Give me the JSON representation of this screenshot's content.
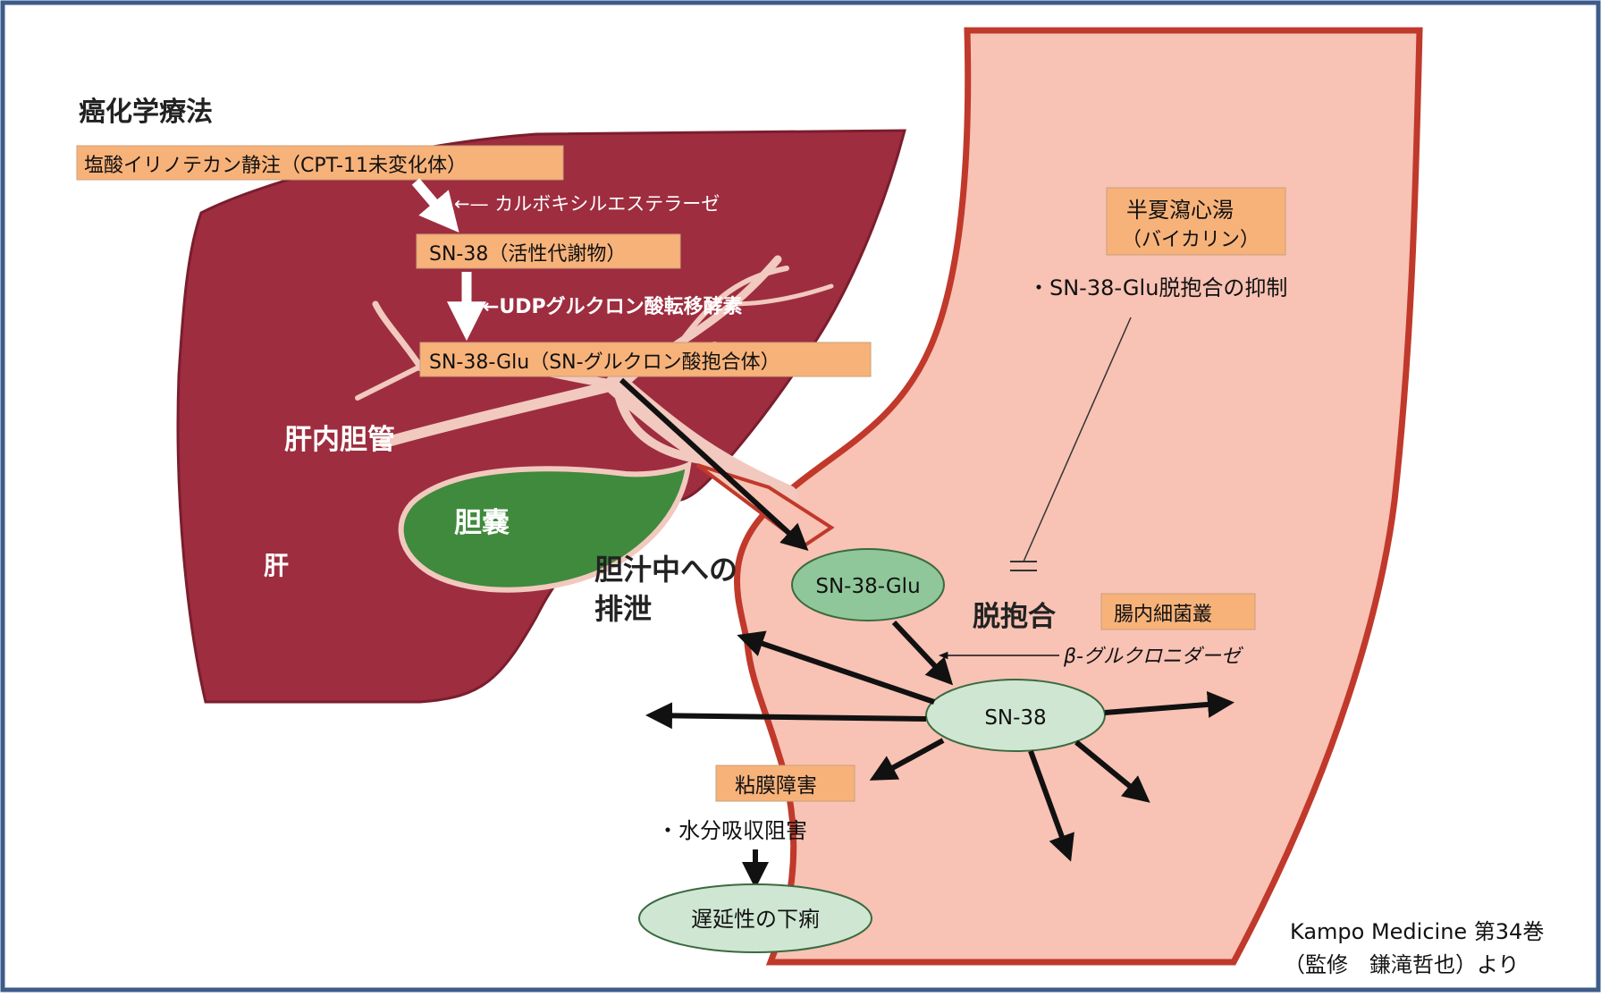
{
  "colors": {
    "frame": "#3d5c8a",
    "liver": "#9e2d3f",
    "liver_edge": "#7a1e2e",
    "gut_fill": "#f8c2b4",
    "gut_wall": "#c0392b",
    "duct": "#f2c9bf",
    "gallbladder": "#3f8a3c",
    "label_box": "#f7b27a",
    "ellipse": "#cfe7d2",
    "ellipse_stroke": "#3a6a40",
    "arrow": "#111111"
  },
  "title": "癌化学療法",
  "drug_boxes": {
    "irinotecan": "塩酸イリノテカン静注（CPT-11未変化体）",
    "sn38": "SN-38（活性代謝物）",
    "sn38glu": "SN-38-Glu（SN-グルクロン酸抱合体）"
  },
  "enzymes": {
    "carboxylesterase": "←— カルボキシルエステラーゼ",
    "ugt": "←UDPグルクロン酸転移酵素",
    "beta_glucuronidase": "β-グルクロニダーゼ"
  },
  "organs": {
    "bile_duct": "肝内胆管",
    "gallbladder": "胆嚢",
    "liver": "肝"
  },
  "excretion": {
    "line1": "胆汁中への",
    "line2": "排泄"
  },
  "kampo": {
    "line1": "半夏瀉心湯",
    "line2": "（バイカリン）",
    "effect": "・SN-38-Glu脱抱合の抑制"
  },
  "gut": {
    "ellipse_glu": "SN-38-Glu",
    "ellipse_sn38": "SN-38",
    "deconjugation": "脱抱合",
    "flora": "腸内細菌叢",
    "mucosal_damage": "粘膜障害",
    "water_absorption": "・水分吸収阻害",
    "diarrhea": "遅延性の下痢"
  },
  "citation": {
    "line1": "Kampo Medicine 第34巻",
    "line2": "（監修　鎌滝哲也）より"
  }
}
